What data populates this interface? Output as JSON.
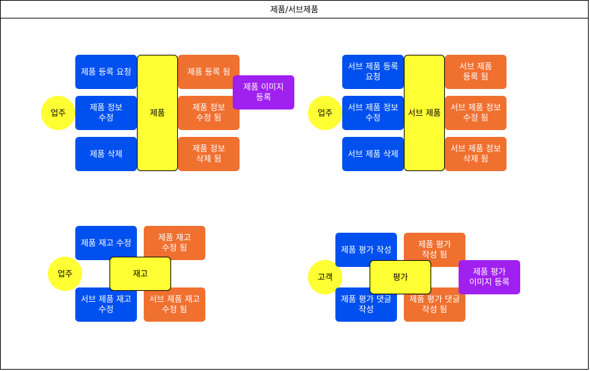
{
  "title": "제품/서브제품",
  "colors": {
    "command": "#0050ef",
    "event": "#f07030",
    "policy": "#a020f0",
    "aggregate": "#ffff33",
    "actor": "#ffff33"
  },
  "groups": {
    "product": {
      "actor": "업주",
      "aggregate": "제품",
      "cmd1": "제품 등록 요청",
      "cmd2": "제품 정보\n수정",
      "cmd3": "제품 삭제",
      "evt1": "제품 등록 됨",
      "evt2": "제품 정보\n수정 됨",
      "evt3": "제품 정보\n삭제 됨",
      "policy": "제품 이미지\n등록"
    },
    "subproduct": {
      "actor": "업주",
      "aggregate": "서브 제품",
      "cmd1": "서브 제품 등록\n요청",
      "cmd2": "서브 제품 정보\n수정",
      "cmd3": "서브 제품 삭제",
      "evt1": "서브 제품\n등록 됨",
      "evt2": "서브 제품 정보\n수정 됨",
      "evt3": "서브 제품 정보\n삭제 됨"
    },
    "stock": {
      "actor": "업주",
      "aggregate": "재고",
      "cmd1": "제품 재고 수정",
      "cmd2": "서브 제품 재고\n수정",
      "evt1": "제품 재고\n수정 됨",
      "evt2": "서브 제품 재고\n수정 됨"
    },
    "review": {
      "actor": "고객",
      "aggregate": "평가",
      "cmd1": "제품 평가 작성",
      "cmd2": "제품 평가 댓글\n작성",
      "evt1": "제품 평가\n작성 됨",
      "evt2": "제품 평가 댓글\n작성 됨",
      "policy": "제품 평가\n이미지 등록"
    }
  }
}
